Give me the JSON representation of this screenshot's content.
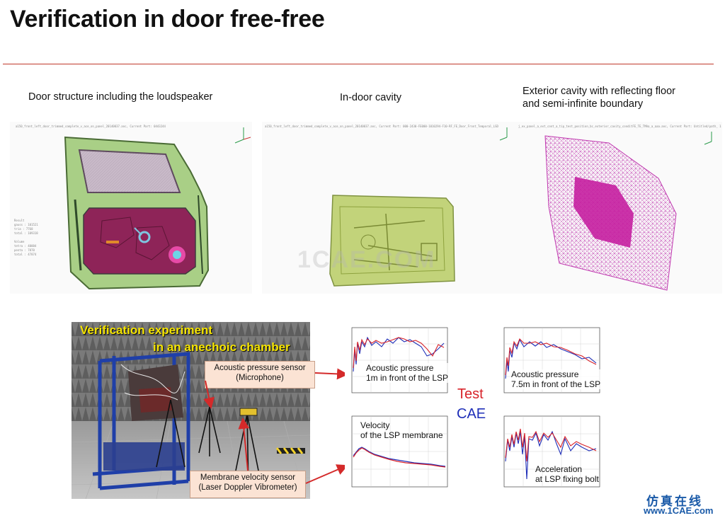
{
  "slide": {
    "title": "Verification in door free-free"
  },
  "captions": {
    "door": "Door structure including the loudspeaker",
    "cavity": "In-door cavity",
    "exterior_line1": "Exterior cavity with reflecting floor",
    "exterior_line2": "and semi-infinite boundary"
  },
  "experiment": {
    "title_line1": "Verification experiment",
    "title_line2": "in an anechoic chamber",
    "acoustic_sensor_line1": "Acoustic pressure sensor",
    "acoustic_sensor_line2": "(Microphone)",
    "velocity_sensor_line1": "Membrane velocity sensor",
    "velocity_sensor_line2": "(Laser Doppler Vibrometer)"
  },
  "plots": {
    "p1_line1": "Acoustic pressure",
    "p1_line2": "1m in front of the LSP",
    "p2_line1": "Acoustic pressure",
    "p2_line2": "7.5m in front of the LSP",
    "p3_line1": "Velocity",
    "p3_line2": "of the LSP membrane",
    "p4_line1": "Acceleration",
    "p4_line2": "at LSP fixing bolt"
  },
  "legend": {
    "test": "Test",
    "cae": "CAE",
    "test_color": "#d8232a",
    "cae_color": "#1f2fb8"
  },
  "watermark": {
    "chinese": "仿真在线",
    "site": "www.1CAE.com",
    "center": "1CAE.COM"
  }
}
